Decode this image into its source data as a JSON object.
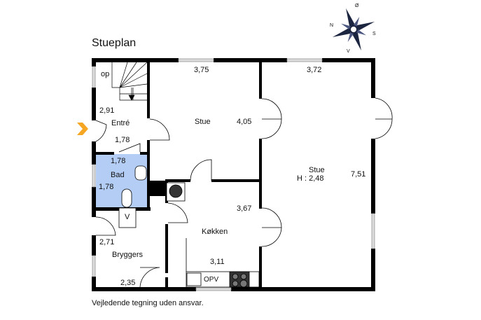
{
  "title": "Stueplan",
  "disclaimer": "Vejledende tegning uden ansvar.",
  "compass": {
    "n": "N",
    "s": "S",
    "o": "Ø",
    "v": "V"
  },
  "rooms": {
    "entre": {
      "name": "Entré",
      "dim1": "2,91",
      "dim2": "1,78",
      "stairs": "op"
    },
    "bad": {
      "name": "Bad",
      "dim1": "1,78",
      "dim2": "1,78"
    },
    "stue1": {
      "name": "Stue",
      "dim1": "3,75",
      "dim2": "4,05"
    },
    "stue2": {
      "name": "Stue",
      "height": "H : 2,48",
      "dim1": "3,72",
      "dim2": "7,51"
    },
    "kokken": {
      "name": "Køkken",
      "dim1": "3,67",
      "dim2": "3,11",
      "opv": "OPV"
    },
    "bryggers": {
      "name": "Bryggers",
      "dim1": "2,71",
      "dim2": "2,35",
      "v": "V"
    }
  },
  "colors": {
    "wall": "#000000",
    "bath": "#b3cdf5",
    "entrance_arrow": "#f5a623"
  }
}
